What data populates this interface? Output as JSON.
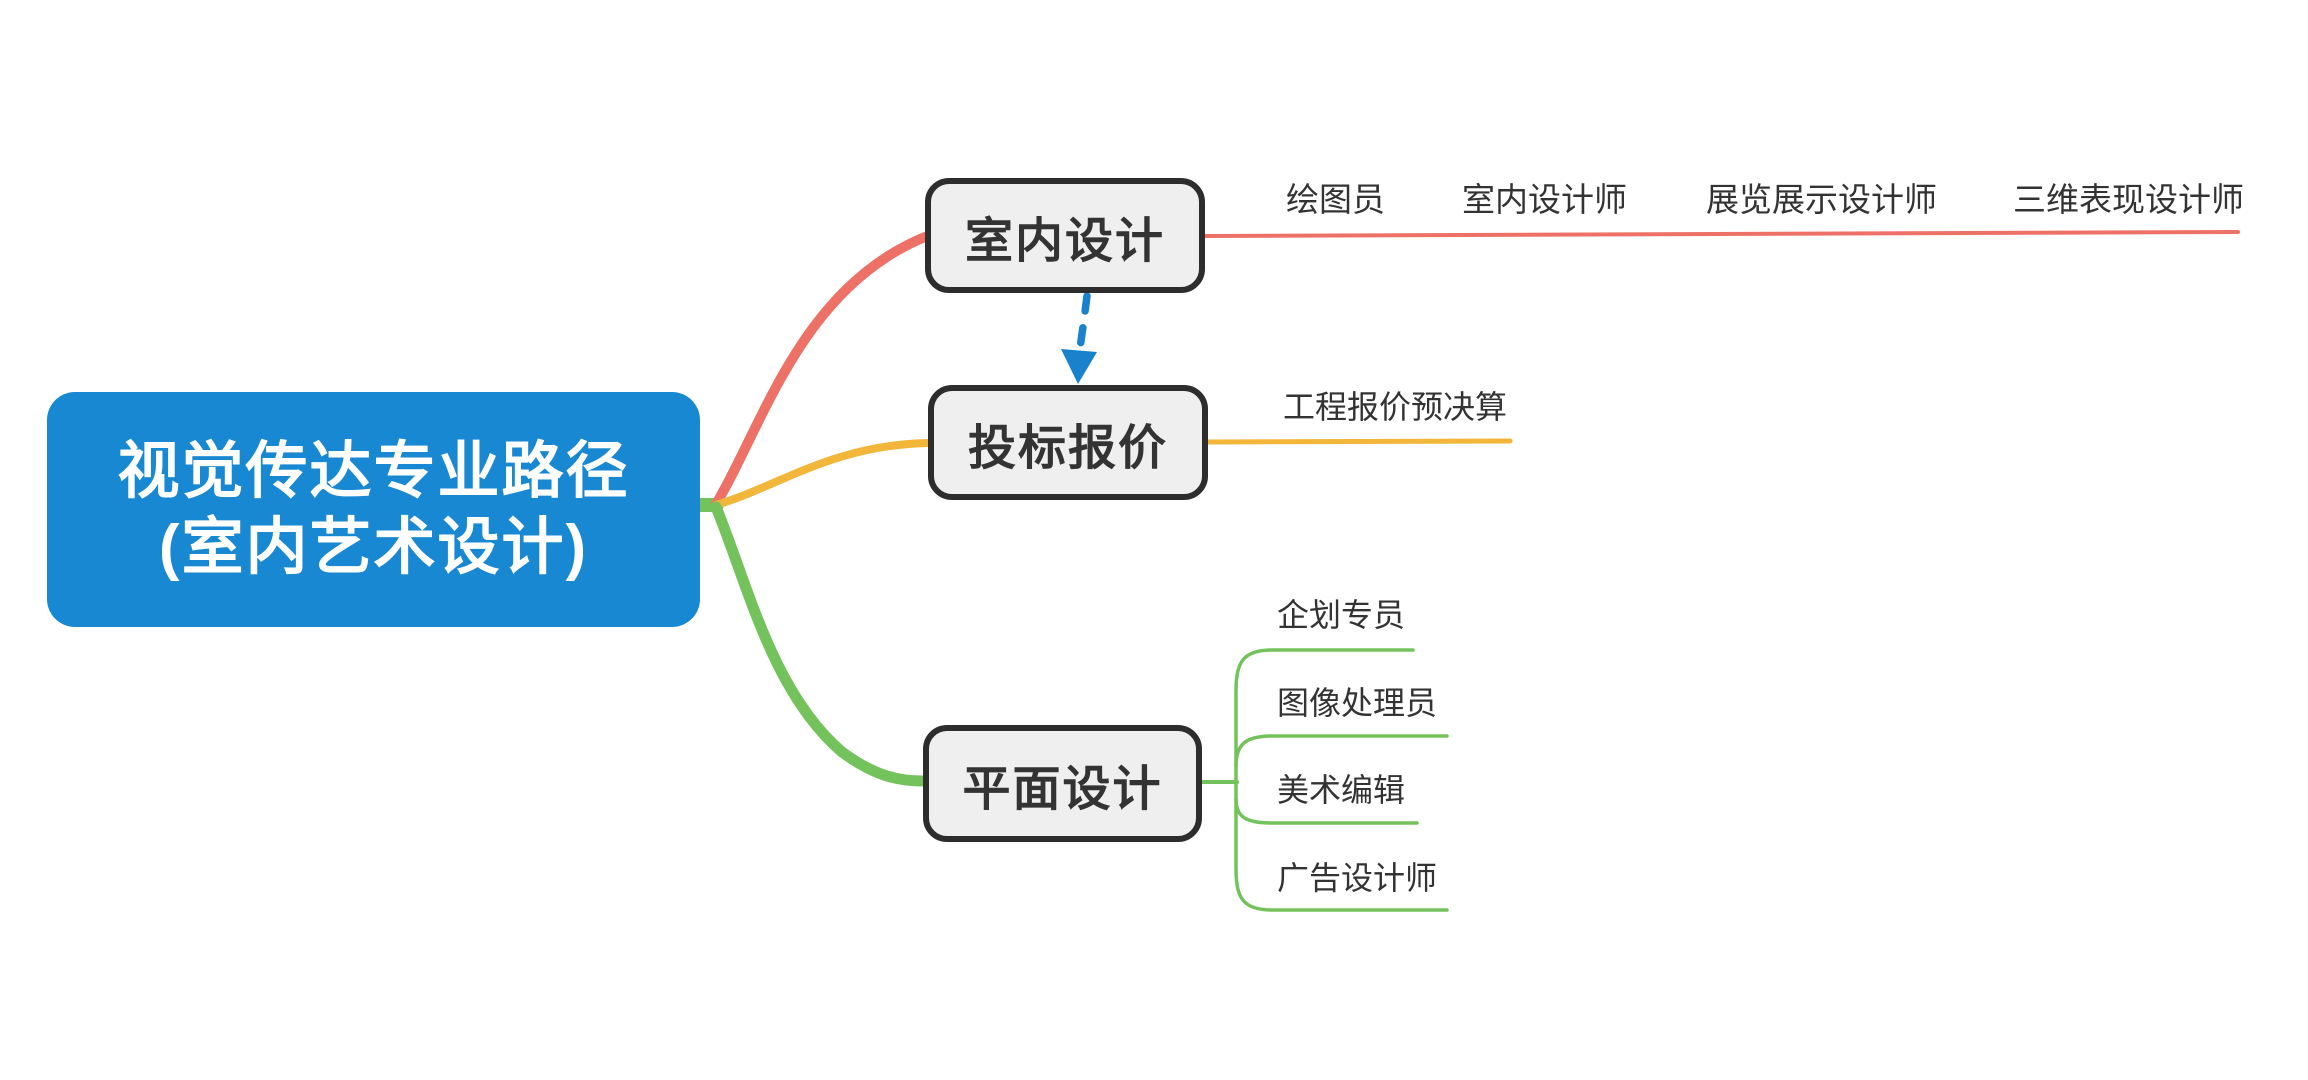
{
  "root": {
    "title_line1": "视觉传达专业路径",
    "title_line2": "(室内艺术设计)"
  },
  "branches": [
    {
      "label": "室内设计",
      "color": "#ee7167",
      "children": [
        "绘图员",
        "室内设计师",
        "展览展示设计师",
        "三维表现设计师"
      ]
    },
    {
      "label": "投标报价",
      "color": "#f2b73a",
      "children": [
        "工程报价预决算"
      ]
    },
    {
      "label": "平面设计",
      "color": "#74c25c",
      "children": [
        "企划专员",
        "图像处理员",
        "美术编辑",
        "广告设计师"
      ]
    }
  ],
  "relationship_arrow": {
    "from": "室内设计",
    "to": "投标报价",
    "style": "dashed",
    "color": "#1a82cc"
  },
  "colors": {
    "root_bg": "#1788d1",
    "root_text": "#ffffff",
    "node_bg": "#efefef",
    "node_border": "#2d2d2d",
    "node_text": "#333333",
    "branch_red": "#ee7167",
    "branch_yellow": "#f2b73a",
    "branch_green": "#74c25c",
    "arrow_blue": "#1a82cc",
    "leaf_text": "#333333"
  }
}
